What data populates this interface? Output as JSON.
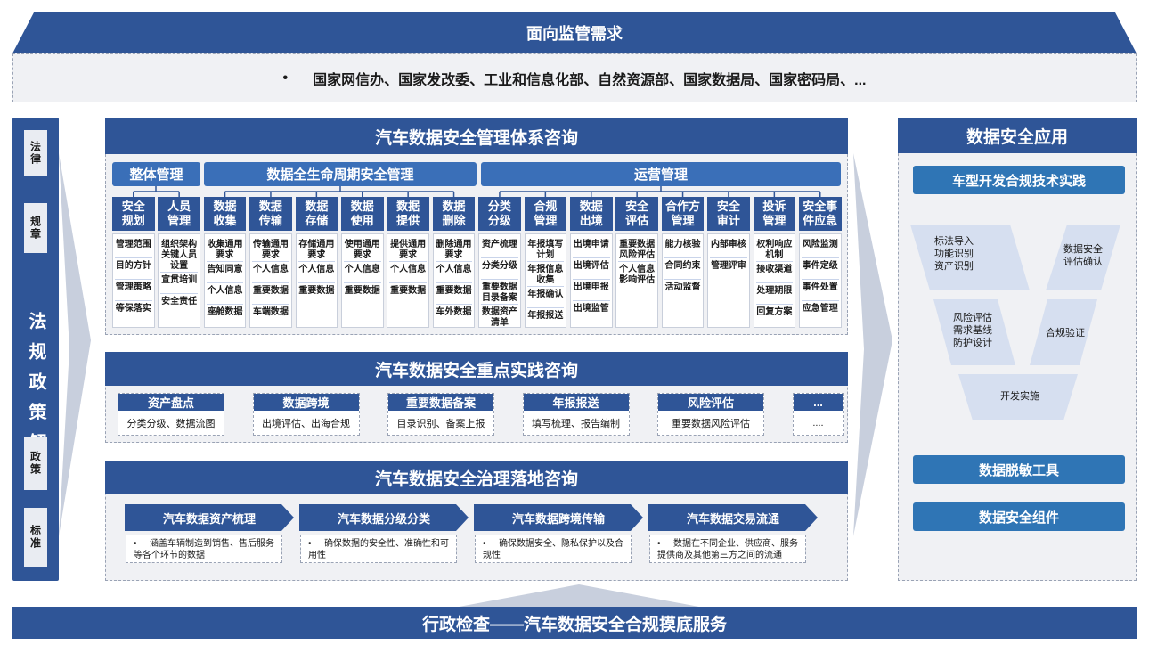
{
  "top": {
    "title": "面向监管需求",
    "bullet": "•",
    "agencies": "国家网信办、国家发改委、工业和信息化部、自然资源部、国家数据局、国家密码局、..."
  },
  "left": {
    "tags": [
      "法律",
      "规章",
      "政策",
      "标准"
    ],
    "big": "法规政策解读"
  },
  "panel1": {
    "title": "汽车数据安全管理体系咨询",
    "categories": [
      "整体管理",
      "数据全生命周期安全管理",
      "运营管理"
    ],
    "columns": [
      {
        "head": "安全\n规划",
        "items": [
          "管理范围",
          "目的方针",
          "管理策略",
          "等保落实"
        ]
      },
      {
        "head": "人员\n管理",
        "items": [
          "组织架构\n关键人员\n设置",
          "宣贯培训",
          "安全责任"
        ]
      },
      {
        "head": "数据\n收集",
        "items": [
          "收集通用\n要求",
          "告知同意",
          "个人信息",
          "座舱数据"
        ]
      },
      {
        "head": "数据\n传输",
        "items": [
          "传输通用\n要求",
          "个人信息",
          "重要数据",
          "车端数据"
        ]
      },
      {
        "head": "数据\n存储",
        "items": [
          "存储通用\n要求",
          "个人信息",
          "重要数据"
        ]
      },
      {
        "head": "数据\n使用",
        "items": [
          "使用通用\n要求",
          "个人信息",
          "重要数据"
        ]
      },
      {
        "head": "数据\n提供",
        "items": [
          "提供通用\n要求",
          "个人信息",
          "重要数据"
        ]
      },
      {
        "head": "数据\n删除",
        "items": [
          "删除通用\n要求",
          "个人信息",
          "重要数据",
          "车外数据"
        ]
      },
      {
        "head": "分类\n分级",
        "items": [
          "资产梳理",
          "分类分级",
          "重要数据\n目录备案",
          "数据资产\n清单"
        ]
      },
      {
        "head": "合规\n管理",
        "items": [
          "年报填写\n计划",
          "年报信息\n收集",
          "年报确认",
          "年报报送"
        ]
      },
      {
        "head": "数据\n出境",
        "items": [
          "出境申请",
          "出境评估",
          "出境申报",
          "出境监管"
        ]
      },
      {
        "head": "安全\n评估",
        "items": [
          "重要数据\n风险评估",
          "个人信息\n影响评估"
        ]
      },
      {
        "head": "合作方\n管理",
        "items": [
          "能力核验",
          "合同约束",
          "活动监督"
        ]
      },
      {
        "head": "安全\n审计",
        "items": [
          "内部审核",
          "管理评审"
        ]
      },
      {
        "head": "投诉\n管理",
        "items": [
          "权利响应\n机制",
          "接收渠道",
          "处理期限",
          "回复方案"
        ]
      },
      {
        "head": "安全事\n件应急",
        "items": [
          "风险监测",
          "事件定级",
          "事件处置",
          "应急管理"
        ]
      }
    ]
  },
  "panel2": {
    "title": "汽车数据安全重点实践咨询",
    "boxes": [
      {
        "head": "资产盘点",
        "text": "分类分级、数据流图"
      },
      {
        "head": "数据跨境",
        "text": "出境评估、出海合规"
      },
      {
        "head": "重要数据备案",
        "text": "目录识别、备案上报"
      },
      {
        "head": "年报报送",
        "text": "填写梳理、报告编制"
      },
      {
        "head": "风险评估",
        "text": "重要数据风险评估"
      },
      {
        "head": "...",
        "text": "...."
      }
    ]
  },
  "panel3": {
    "title": "汽车数据安全治理落地咨询",
    "steps": [
      {
        "head": "汽车数据资产梳理",
        "desc": "涵盖车辆制造到销售、售后服务等各个环节的数据"
      },
      {
        "head": "汽车数据分级分类",
        "desc": "确保数据的安全性、准确性和可用性"
      },
      {
        "head": "汽车数据跨境传输",
        "desc": "确保数据安全、隐私保护以及合规性"
      },
      {
        "head": "汽车数据交易流通",
        "desc": "数据在不同企业、供应商、服务提供商及其他第三方之间的流通"
      }
    ]
  },
  "right": {
    "title": "数据安全应用",
    "subtitle": "车型开发合规技术实践",
    "v_labels": {
      "top_left": "标法导入\n功能识别\n资产识别",
      "top_right": "数据安全\n评估确认",
      "mid_left": "风险评估\n需求基线\n防护设计",
      "mid_right": "合规验证",
      "bottom": "开发实施"
    },
    "buttons": [
      "数据脱敏工具",
      "数据安全组件"
    ]
  },
  "bottom": {
    "title": "行政检查——汽车数据安全合规摸底服务"
  },
  "colors": {
    "navy": "#2f5597",
    "accent": "#3a6fb8",
    "light": "#f0f1f4",
    "v_fill": "#d6dff0"
  }
}
